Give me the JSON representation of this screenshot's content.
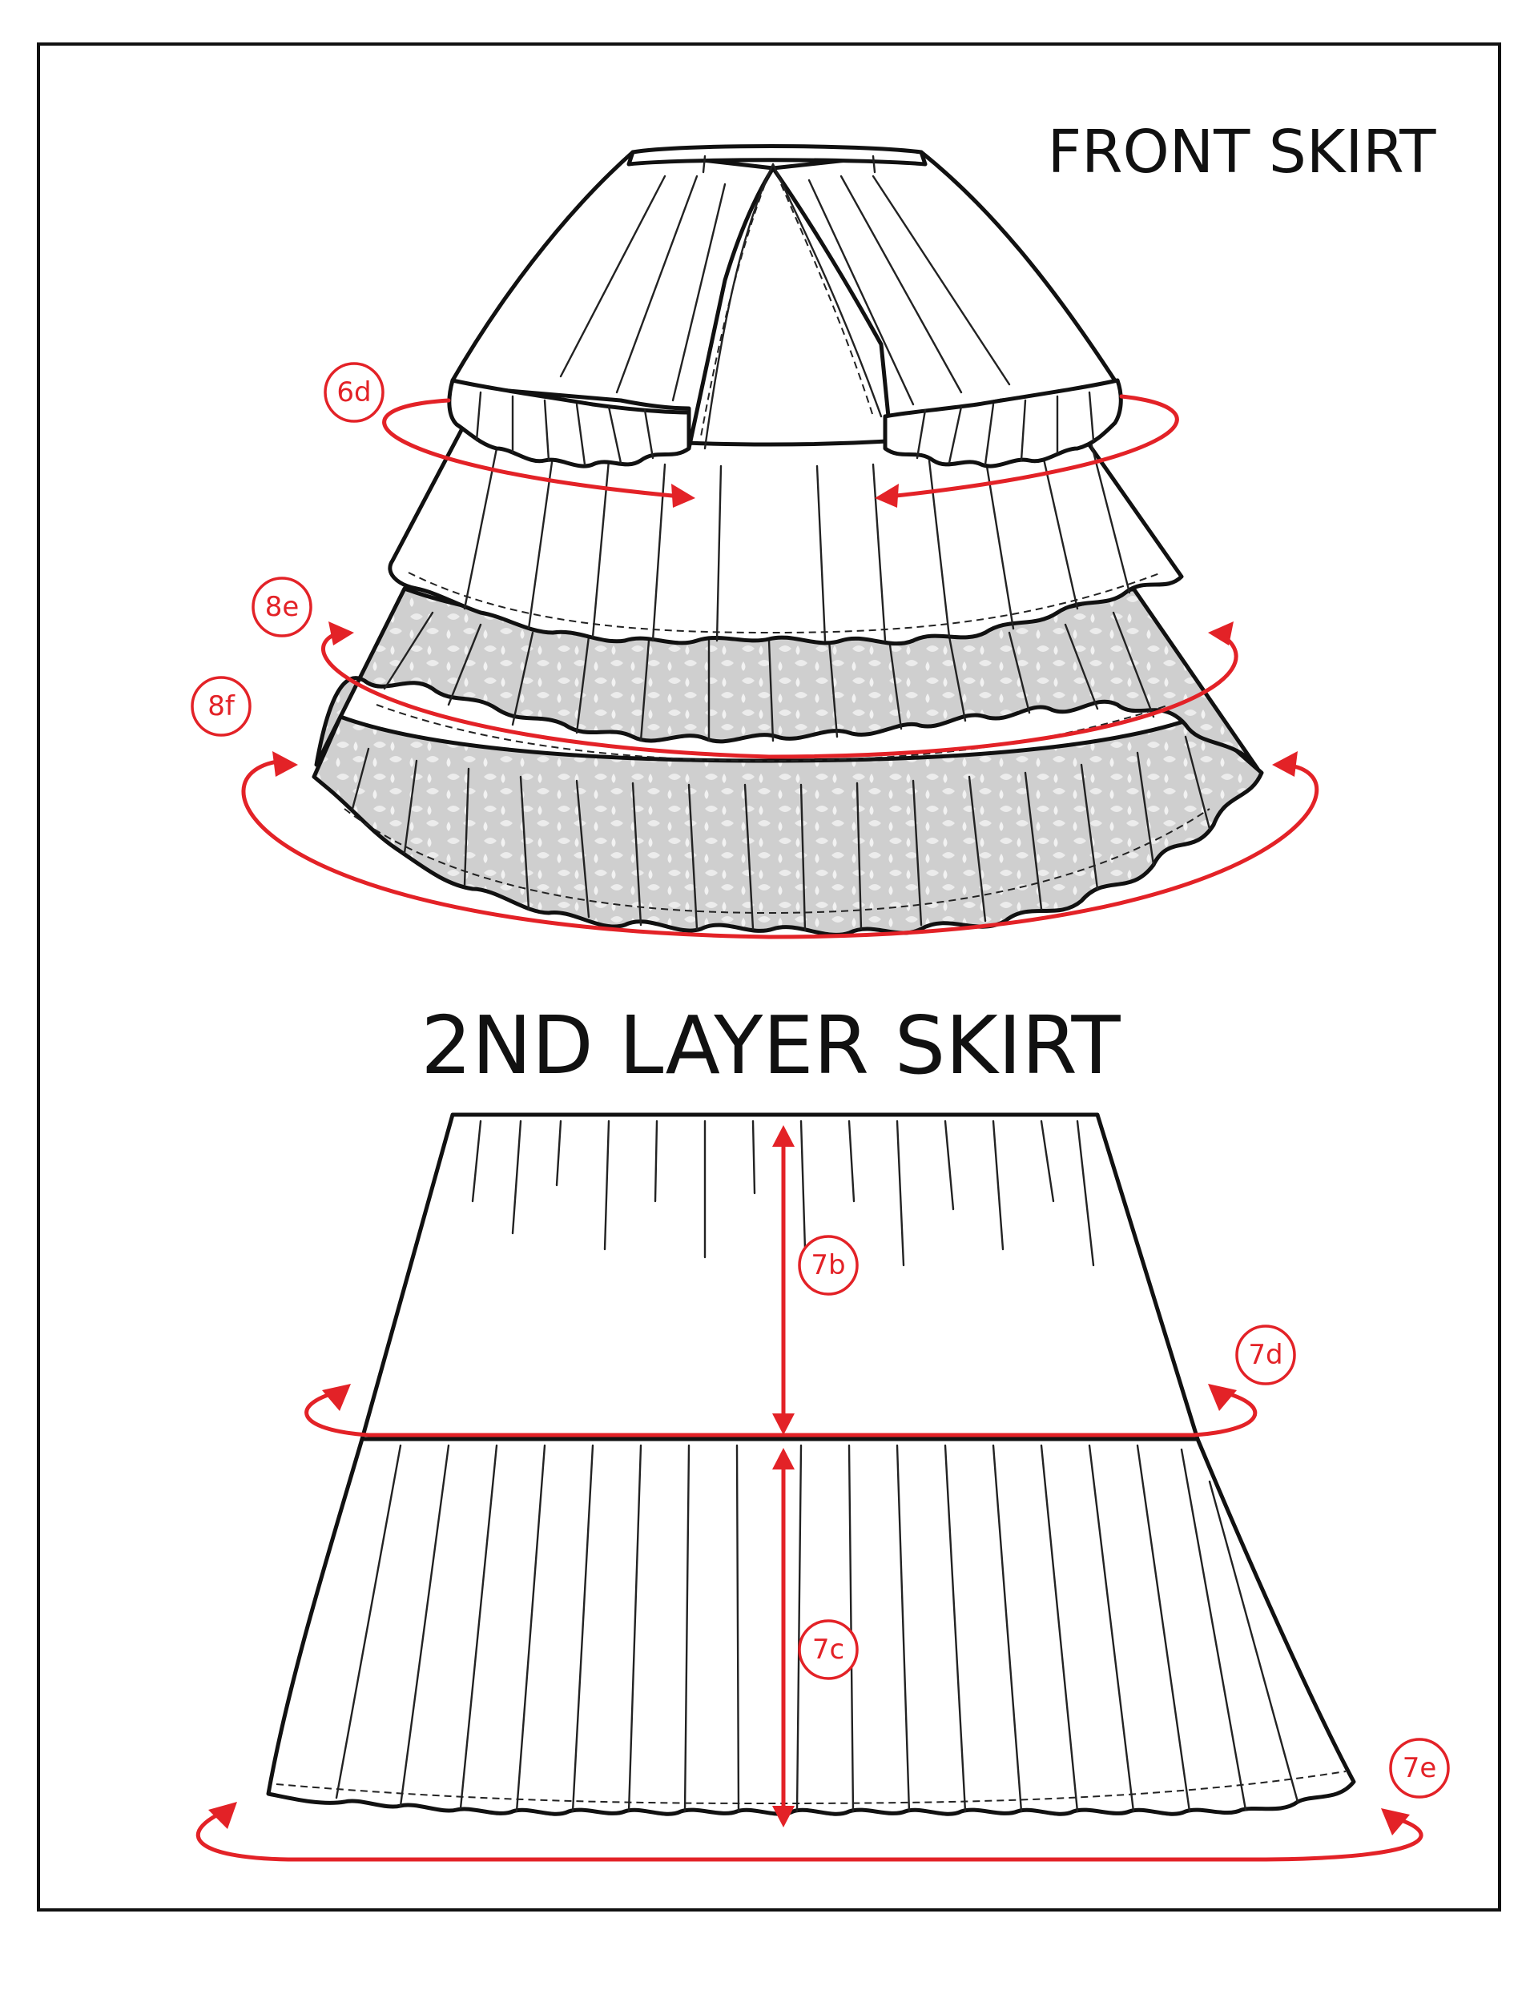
{
  "titles": {
    "front": "FRONT SKIRT",
    "second_layer": "2ND LAYER SKIRT"
  },
  "callouts": {
    "c6d": "6d",
    "c8e": "8e",
    "c8f": "8f",
    "c7b": "7b",
    "c7c": "7c",
    "c7d": "7d",
    "c7e": "7e"
  },
  "colors": {
    "callout_red": "#e32227",
    "ink": "#111111",
    "print_fill": "#cfcfcf"
  }
}
